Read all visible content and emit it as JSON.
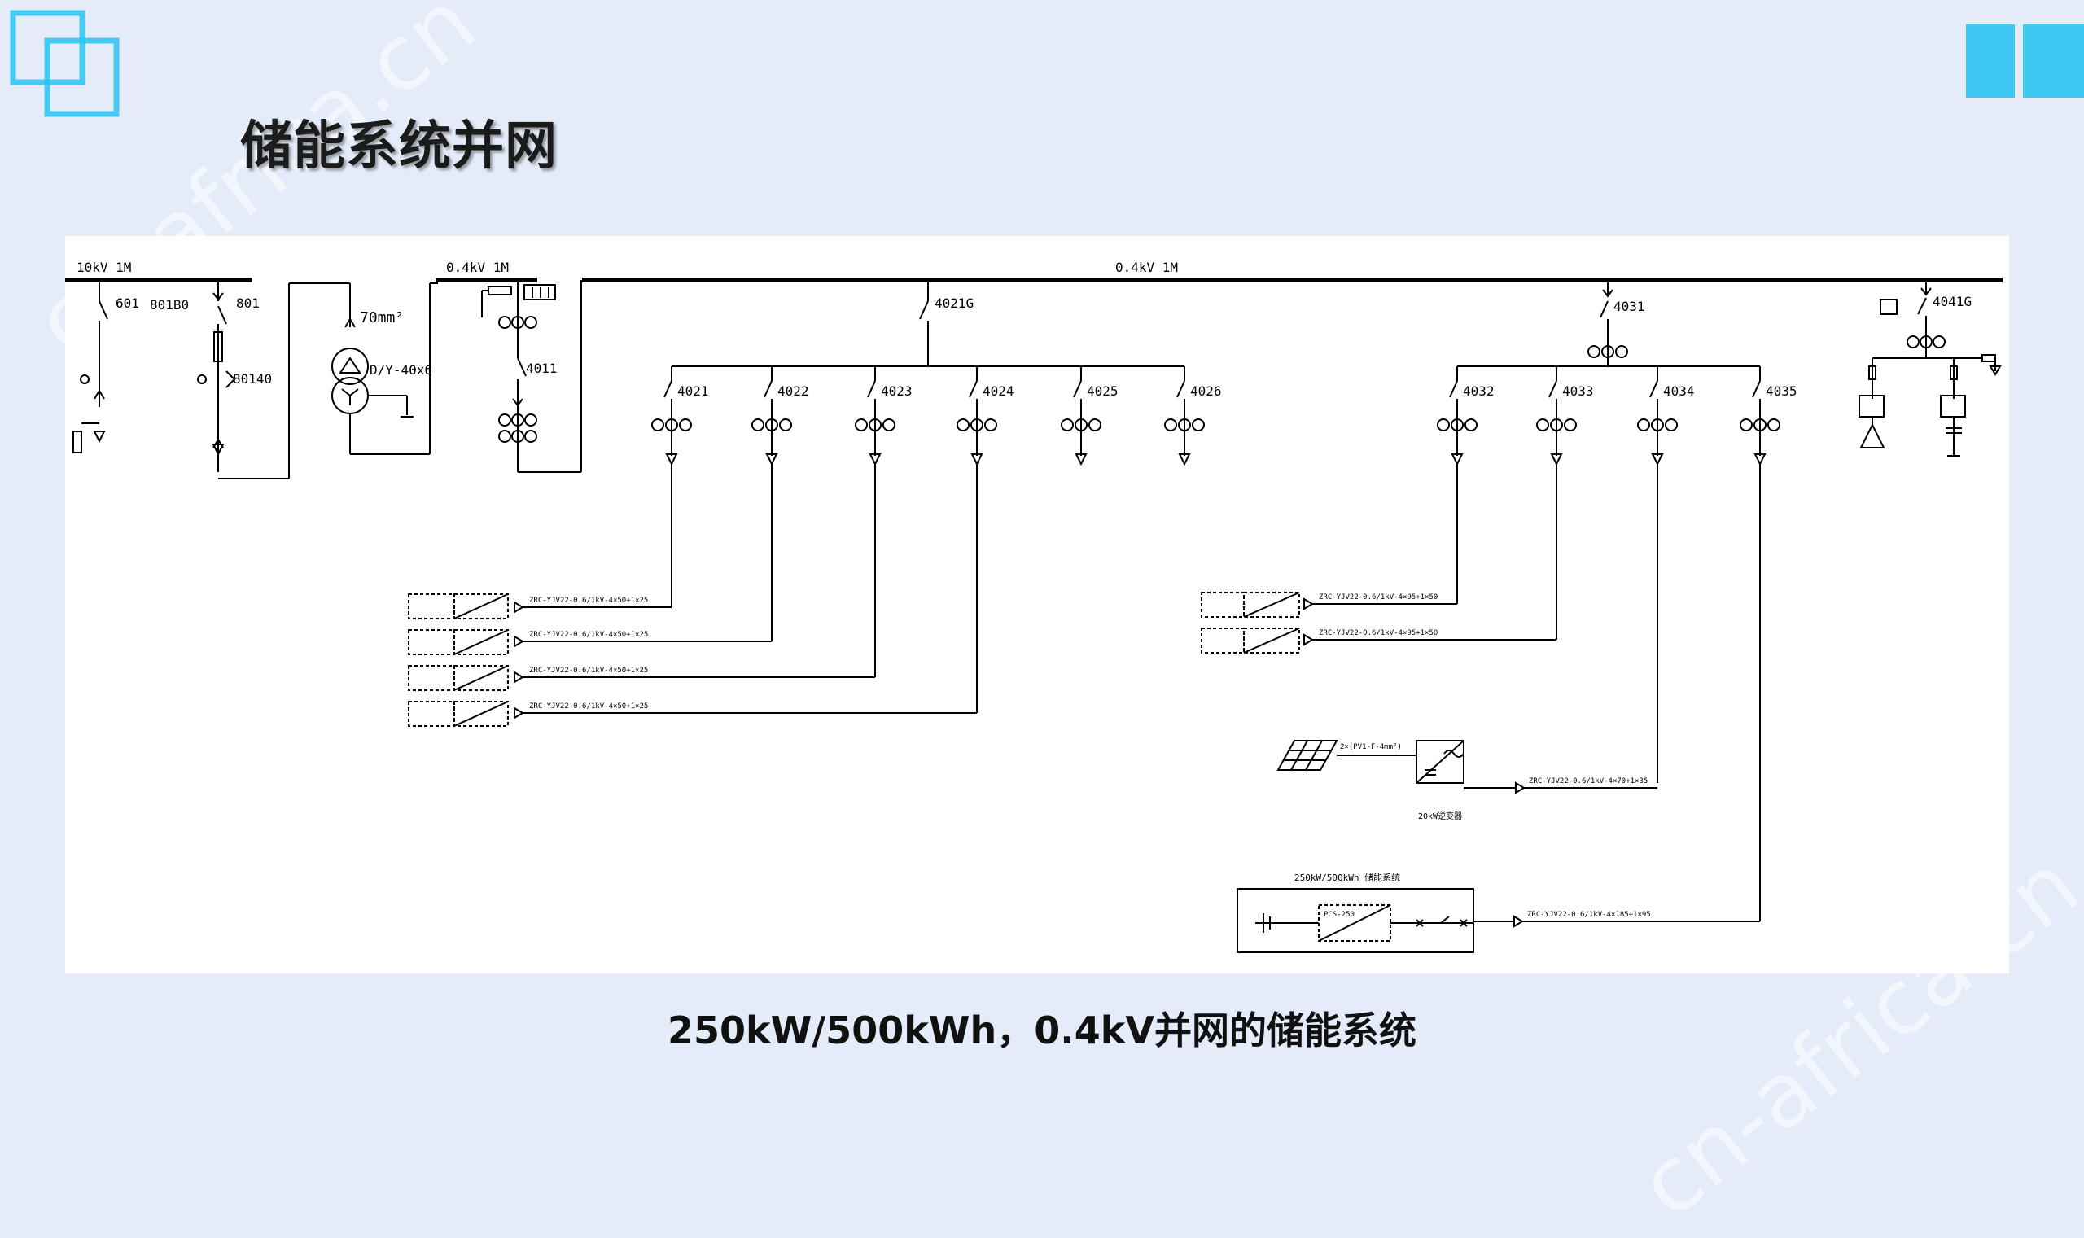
{
  "slide": {
    "title": "储能系统并网",
    "caption": "250kW/500kWh，0.4kV并网的储能系统",
    "watermark": "cn-africa.cn",
    "accent_color": "#29c4ee"
  },
  "diagram": {
    "bus_10kv": "10kV 1M",
    "bus_04kv_a": "0.4kV 1M",
    "bus_04kv_b": "0.4kV 1M",
    "left_switches": [
      "601",
      "801B0",
      "801",
      "80140"
    ],
    "transformer_cable": "70mm²",
    "transformer_label": "D/Y-40x6",
    "incomer": "4011",
    "tie": "4021G",
    "feeders_a": [
      "4021",
      "4022",
      "4023",
      "4024",
      "4025",
      "4026"
    ],
    "group_b_main": "4031",
    "feeders_b": [
      "4032",
      "4033",
      "4034",
      "4035"
    ],
    "right_switch": "4041G",
    "cable_a": [
      "ZRC-YJV22-0.6/1kV-4×50+1×25",
      "ZRC-YJV22-0.6/1kV-4×50+1×25",
      "ZRC-YJV22-0.6/1kV-4×50+1×25",
      "ZRC-YJV22-0.6/1kV-4×50+1×25"
    ],
    "cable_b": [
      "ZRC-YJV22-0.6/1kV-4×95+1×50",
      "ZRC-YJV22-0.6/1kV-4×95+1×50"
    ],
    "pv_cable": "ZRC-YJV22-0.6/1kV-4×70+1×35",
    "ess_cable": "ZRC-YJV22-0.6/1kV-4×185+1×95",
    "pv_dc_cable": "2×(PV1-F-4mm²)",
    "ess_title": "250kW/500kWh 储能系统",
    "pv_inverter": "20kW逆变器",
    "pcs_label": "PCS-250"
  }
}
